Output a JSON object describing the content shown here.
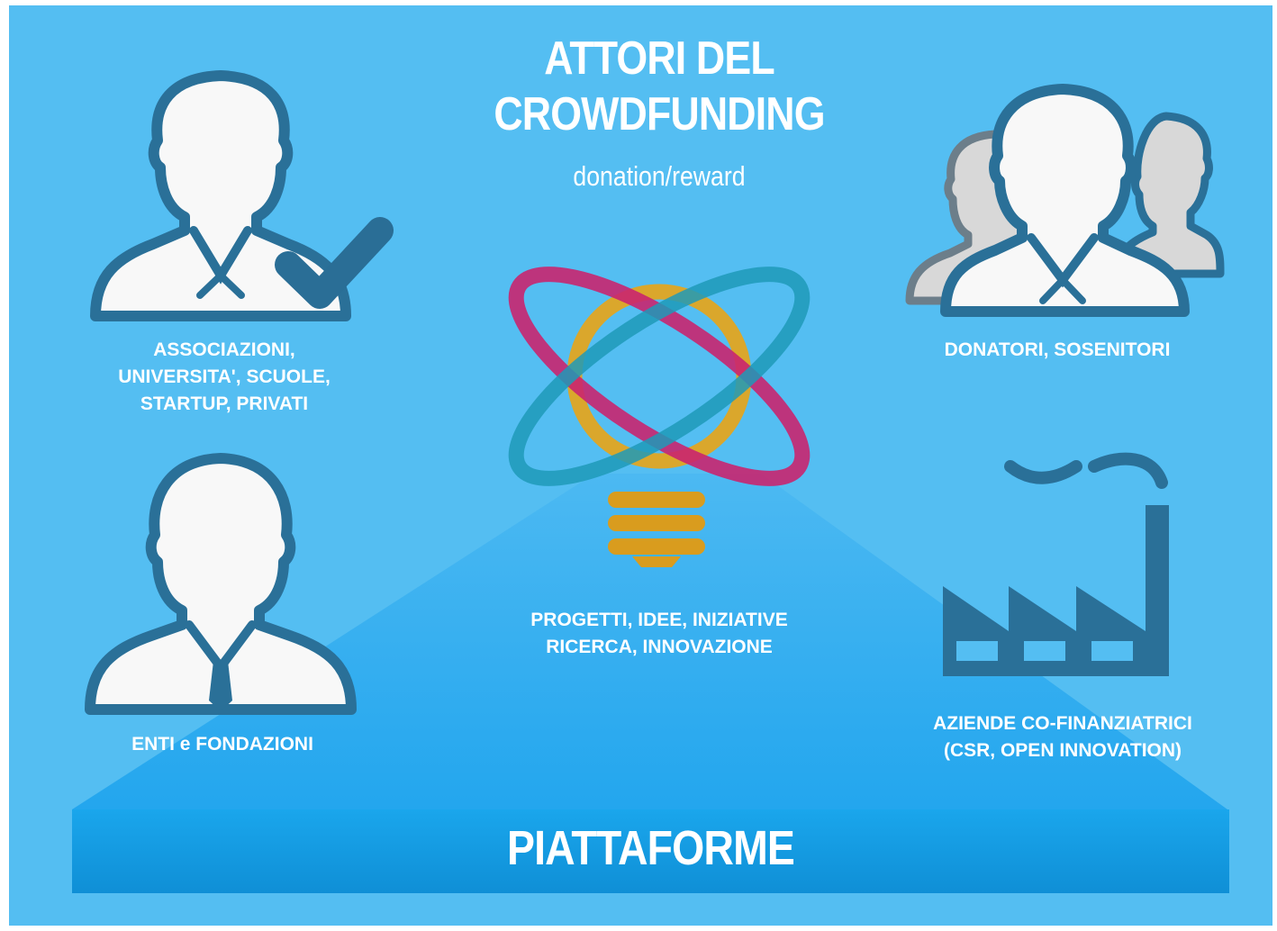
{
  "title": "ATTORI DEL\nCROWDFUNDING",
  "subtitle": "donation/reward",
  "actors": {
    "associazioni": "ASSOCIAZIONI,\nUNIVERSITA', SCUOLE,\nSTARTUP, PRIVATI",
    "donatori": "DONATORI, SOSENITORI",
    "enti": "ENTI e FONDAZIONI",
    "aziende": "AZIENDE CO-FINANZIATRICI\n(CSR, OPEN INNOVATION)"
  },
  "center": {
    "progetti": "PROGETTI, IDEE, INIZIATIVE\nRICERCA, INNOVAZIONE"
  },
  "platform": {
    "label": "PIATTAFORME"
  },
  "icons": [
    "person-check-icon",
    "people-group-icon",
    "lightbulb-orbit-icon",
    "person-tie-icon",
    "factory-icon"
  ],
  "colors": {
    "background": "#54bef2",
    "icon_stroke": "#2a7098",
    "icon_fill": "#f8f8f8",
    "check": "#2a6e96",
    "platform_top": "#1aa6ec",
    "orbit_magenta": "#c9256f",
    "orbit_teal": "#1f9ab8",
    "bulb_gold": "#e2a521"
  }
}
